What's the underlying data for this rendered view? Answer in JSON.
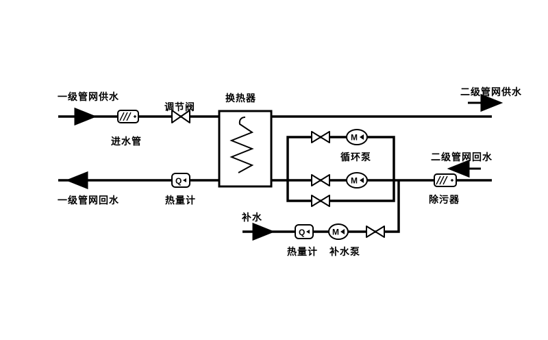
{
  "diagram": {
    "labels": {
      "primary_supply": "一级管网供水",
      "inlet_pipe": "进水管",
      "regulating_valve": "调节阀",
      "heat_exchanger": "换热器",
      "secondary_supply": "二级管网供水",
      "secondary_return": "二级管网回水",
      "strainer": "除污器",
      "circulation_pump": "循环泵",
      "primary_return": "一级管网回水",
      "heat_meter_primary": "热量计",
      "makeup_water": "补水",
      "heat_meter_makeup": "热量计",
      "makeup_pump": "补水泵"
    },
    "symbols": {
      "pump_letter": "M",
      "meter_letter": "Q"
    },
    "colors": {
      "line": "#000000",
      "background": "#ffffff"
    }
  }
}
